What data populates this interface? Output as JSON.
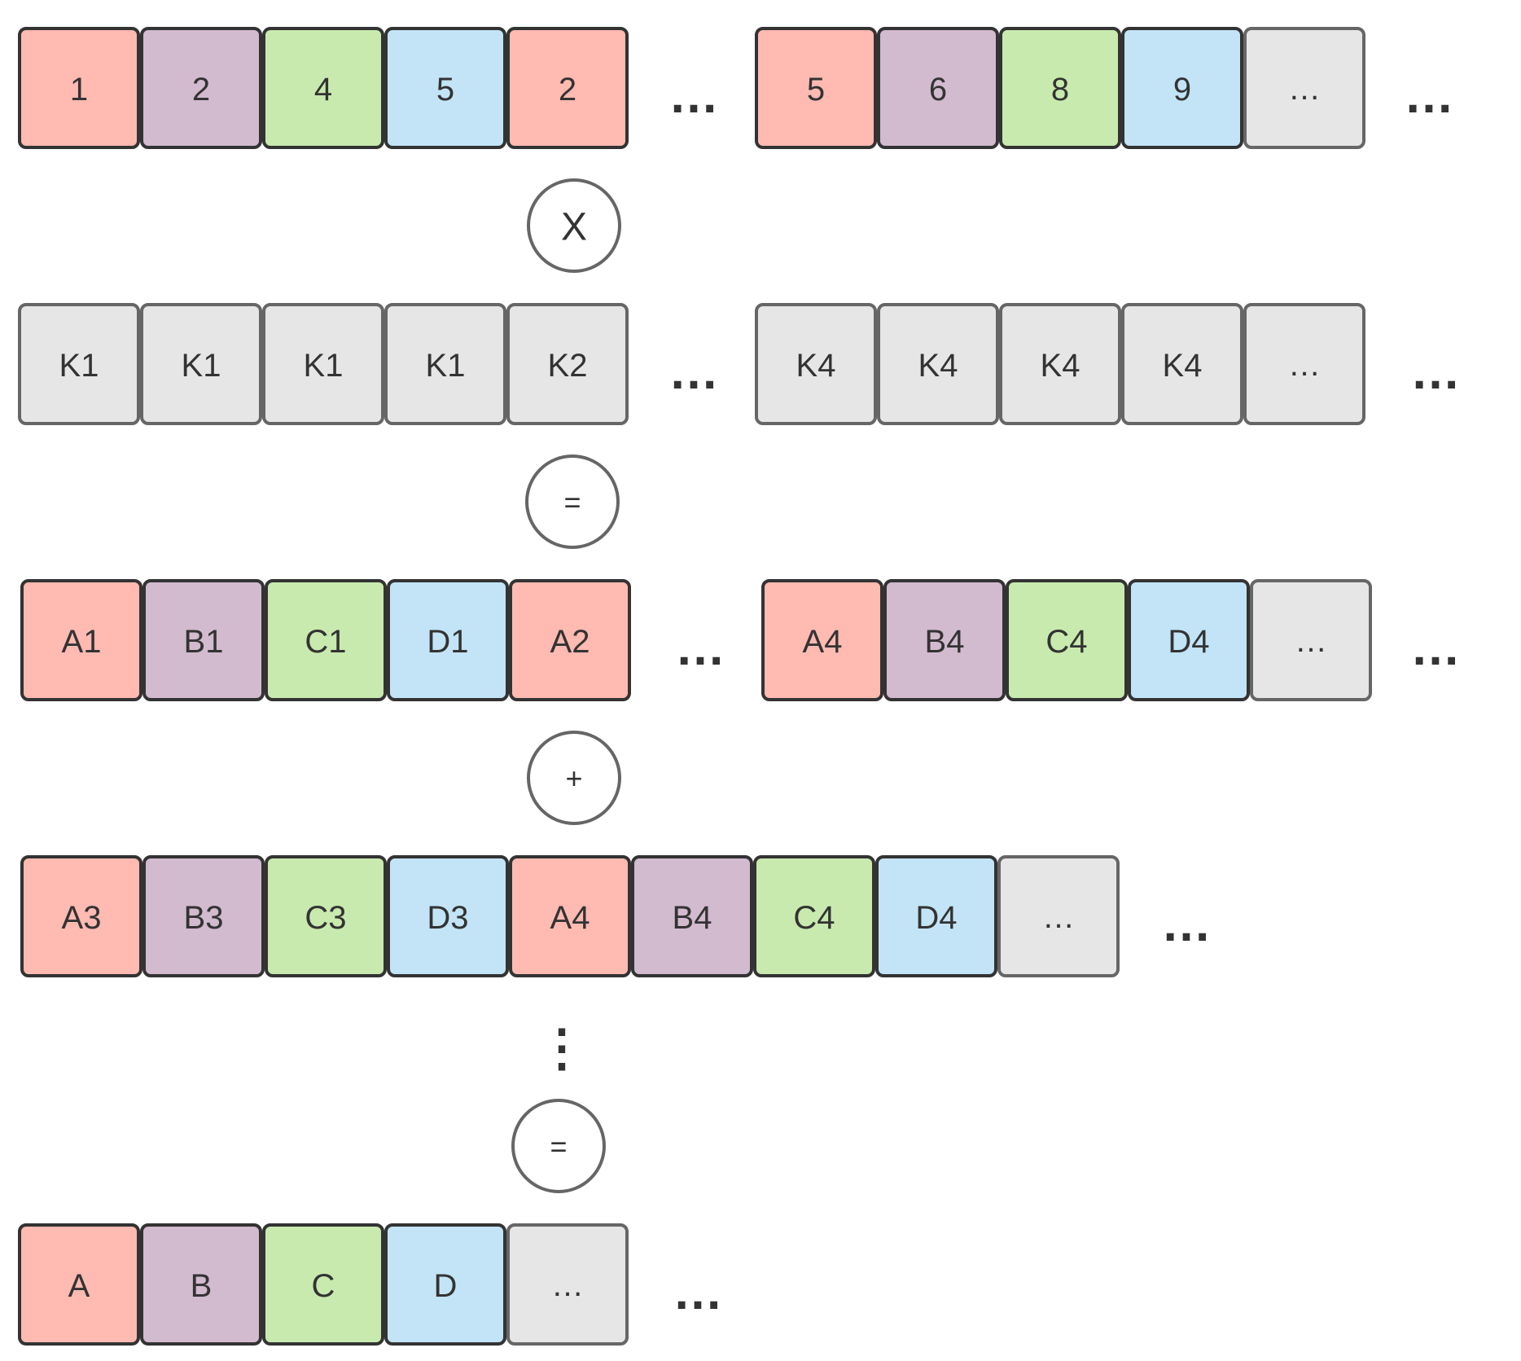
{
  "colors": {
    "red": "#FFBAB2",
    "purple": "#D2BACF",
    "green": "#C8EAAE",
    "blue": "#C2E4F6",
    "gray": "#E6E6E6",
    "border_dark": "#333333",
    "border_gray": "#666666",
    "text": "#333333"
  },
  "rows": [
    {
      "id": "row-values",
      "groups": [
        {
          "cells": [
            {
              "text": "1",
              "color": "red"
            },
            {
              "text": "2",
              "color": "purple"
            },
            {
              "text": "4",
              "color": "green"
            },
            {
              "text": "5",
              "color": "blue"
            },
            {
              "text": "2",
              "color": "red"
            }
          ]
        },
        {
          "cells": [
            {
              "text": "5",
              "color": "red"
            },
            {
              "text": "6",
              "color": "purple"
            },
            {
              "text": "8",
              "color": "green"
            },
            {
              "text": "9",
              "color": "blue"
            },
            {
              "text": "…",
              "color": "gray"
            }
          ]
        }
      ],
      "ellipses": [
        "…",
        "…"
      ]
    },
    {
      "id": "row-keys",
      "groups": [
        {
          "cells": [
            {
              "text": "K1",
              "color": "gray"
            },
            {
              "text": "K1",
              "color": "gray"
            },
            {
              "text": "K1",
              "color": "gray"
            },
            {
              "text": "K1",
              "color": "gray"
            },
            {
              "text": "K2",
              "color": "gray"
            }
          ]
        },
        {
          "cells": [
            {
              "text": "K4",
              "color": "gray"
            },
            {
              "text": "K4",
              "color": "gray"
            },
            {
              "text": "K4",
              "color": "gray"
            },
            {
              "text": "K4",
              "color": "gray"
            },
            {
              "text": "…",
              "color": "gray"
            }
          ]
        }
      ],
      "ellipses": [
        "…",
        "…"
      ]
    },
    {
      "id": "row-products-1",
      "groups": [
        {
          "cells": [
            {
              "text": "A1",
              "color": "red"
            },
            {
              "text": "B1",
              "color": "purple"
            },
            {
              "text": "C1",
              "color": "green"
            },
            {
              "text": "D1",
              "color": "blue"
            },
            {
              "text": "A2",
              "color": "red"
            }
          ]
        },
        {
          "cells": [
            {
              "text": "A4",
              "color": "red"
            },
            {
              "text": "B4",
              "color": "purple"
            },
            {
              "text": "C4",
              "color": "green"
            },
            {
              "text": "D4",
              "color": "blue"
            },
            {
              "text": "…",
              "color": "gray"
            }
          ]
        }
      ],
      "ellipses": [
        "…",
        "…"
      ]
    },
    {
      "id": "row-products-2",
      "groups": [
        {
          "cells": [
            {
              "text": "A3",
              "color": "red"
            },
            {
              "text": "B3",
              "color": "purple"
            },
            {
              "text": "C3",
              "color": "green"
            },
            {
              "text": "D3",
              "color": "blue"
            },
            {
              "text": "A4",
              "color": "red"
            },
            {
              "text": "B4",
              "color": "purple"
            },
            {
              "text": "C4",
              "color": "green"
            },
            {
              "text": "D4",
              "color": "blue"
            },
            {
              "text": "…",
              "color": "gray"
            }
          ]
        }
      ],
      "ellipses": [
        "…"
      ]
    },
    {
      "id": "row-result",
      "groups": [
        {
          "cells": [
            {
              "text": "A",
              "color": "red"
            },
            {
              "text": "B",
              "color": "purple"
            },
            {
              "text": "C",
              "color": "green"
            },
            {
              "text": "D",
              "color": "blue"
            },
            {
              "text": "…",
              "color": "gray"
            }
          ]
        }
      ],
      "ellipses": [
        "…"
      ]
    }
  ],
  "operators": [
    {
      "id": "multiply",
      "symbol": "X"
    },
    {
      "id": "equals-1",
      "symbol": "="
    },
    {
      "id": "plus",
      "symbol": "+"
    },
    {
      "id": "equals-2",
      "symbol": "="
    }
  ],
  "vertical_ellipsis": "⋮"
}
